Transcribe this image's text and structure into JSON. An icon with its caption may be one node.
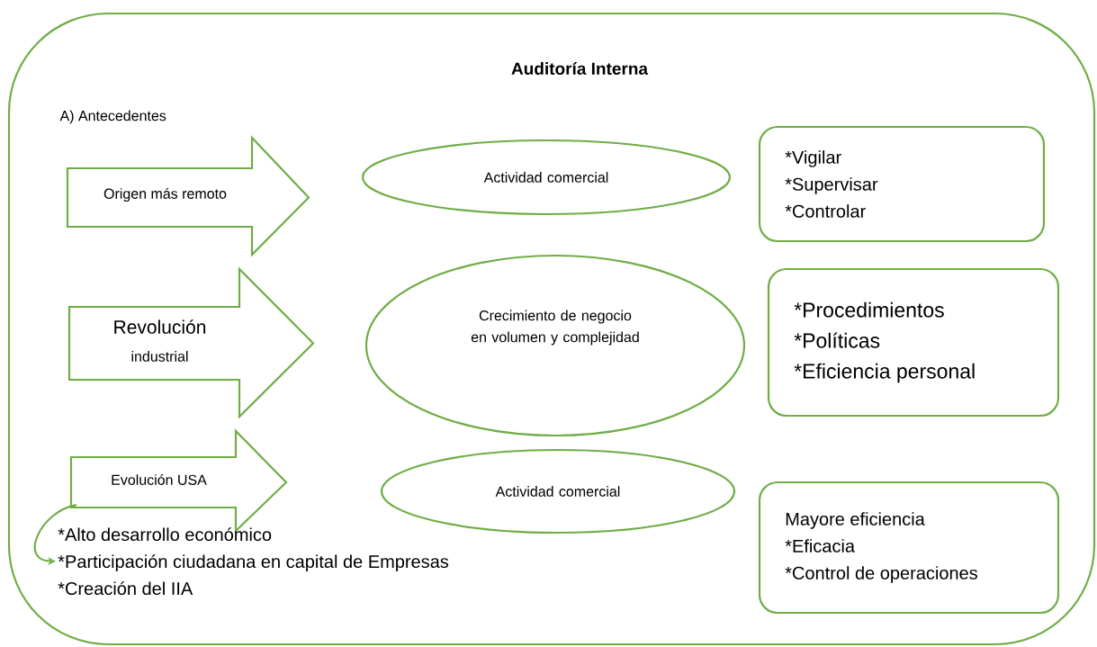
{
  "diagram": {
    "nodes": [
      {
        "text": [
          "Auditoría Interna"
        ]
      },
      {
        "text": [
          "Origen más remoto"
        ],
        "in": 0
      },
      {
        "text": [
          "Actividad comercial"
        ],
        "in": 0
      },
      {
        "text": [
          "*Vigilar",
          "*Supervisar",
          "*Controlar"
        ],
        "in": 0
      },
      {
        "text": [
          "Revolución",
          "industrial"
        ],
        "in": 0
      },
      {
        "text": [
          "Crecimiento de negocio en volumen y complejidad"
        ],
        "in": 0
      },
      {
        "text": [
          "*Procedimientos",
          "*Políticas",
          "*Eficiencia personal"
        ],
        "in": 0
      },
      {
        "text": [
          "Evolución USA"
        ],
        "in": 0
      },
      {
        "text": [
          "Actividad comercial"
        ],
        "in": 0
      },
      {
        "text": [
          "Mayore eficiencia",
          "*Eficacia",
          "*Control de operaciones"
        ],
        "in": 0
      },
      {
        "text": [
          "*Alto desarrollo económico",
          "*Participación ciudadana en capital de Empresas",
          "*Creación del IIA"
        ],
        "in": 0
      }
    ],
    "edges": [
      {
        "from": 7,
        "to": 10,
        "arrow": "to"
      }
    ],
    "labels": [
      "A) Antecedentes"
    ]
  }
}
